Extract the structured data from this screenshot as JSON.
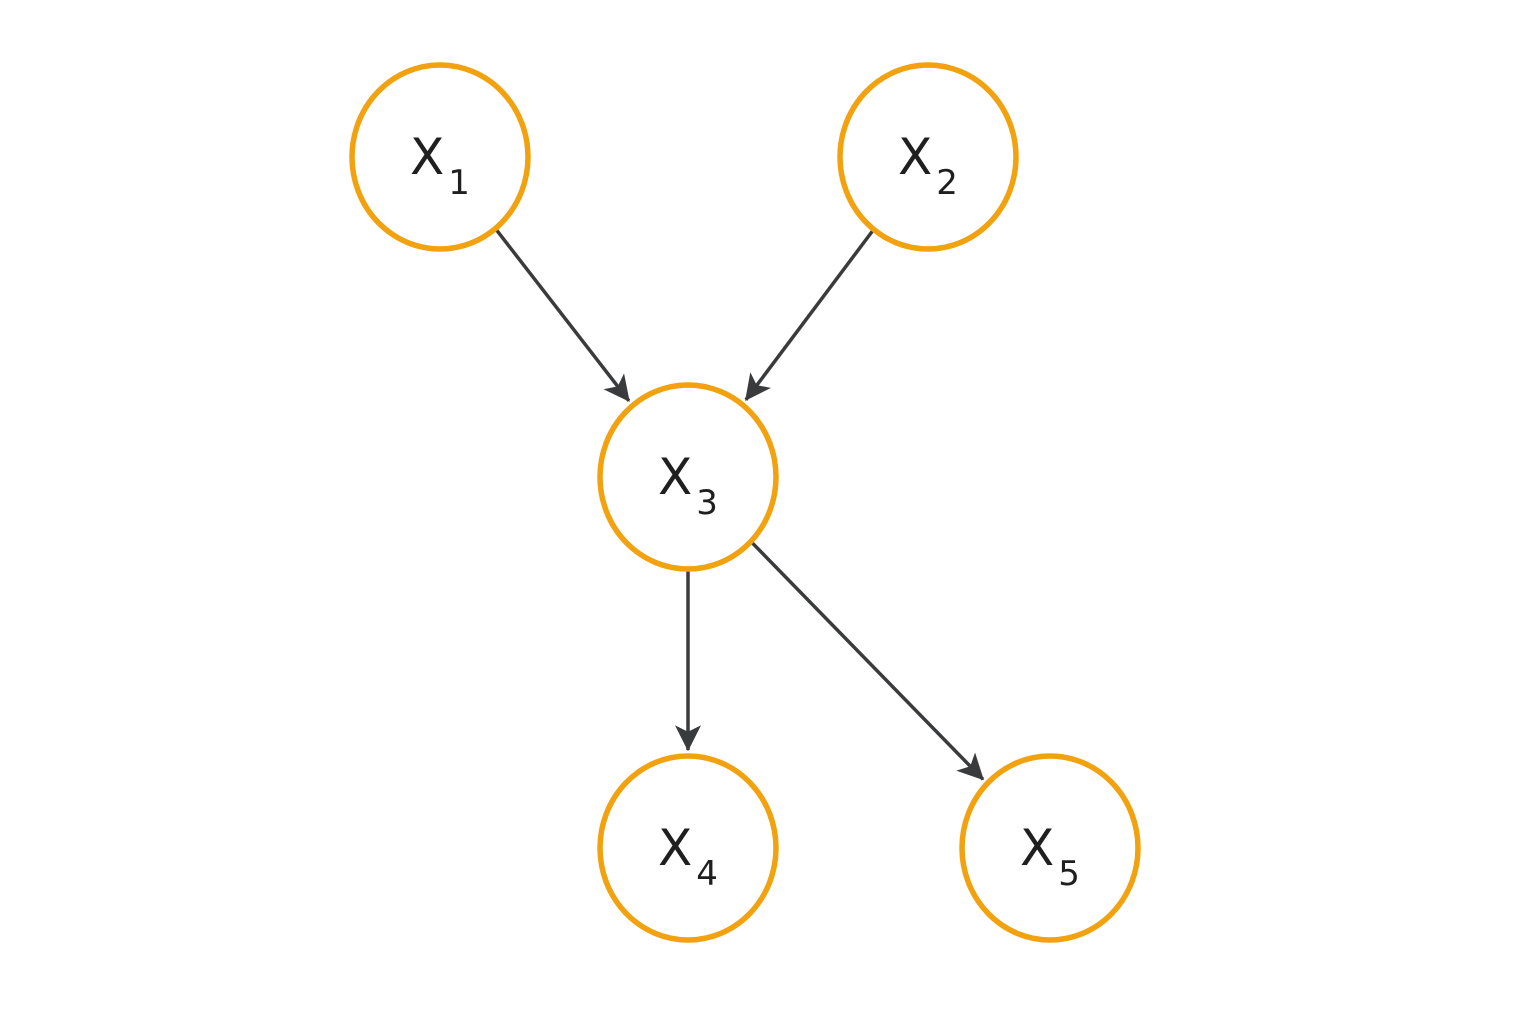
{
  "diagram": {
    "colors": {
      "node_stroke": "#F2A10F",
      "edge": "#3a3b3d"
    },
    "nodes": [
      {
        "id": "x1",
        "label": "X",
        "subscript": "1"
      },
      {
        "id": "x2",
        "label": "X",
        "subscript": "2"
      },
      {
        "id": "x3",
        "label": "X",
        "subscript": "3"
      },
      {
        "id": "x4",
        "label": "X",
        "subscript": "4"
      },
      {
        "id": "x5",
        "label": "X",
        "subscript": "5"
      }
    ],
    "edges": [
      {
        "from": "x1",
        "to": "x3"
      },
      {
        "from": "x2",
        "to": "x3"
      },
      {
        "from": "x3",
        "to": "x4"
      },
      {
        "from": "x3",
        "to": "x5"
      }
    ]
  }
}
